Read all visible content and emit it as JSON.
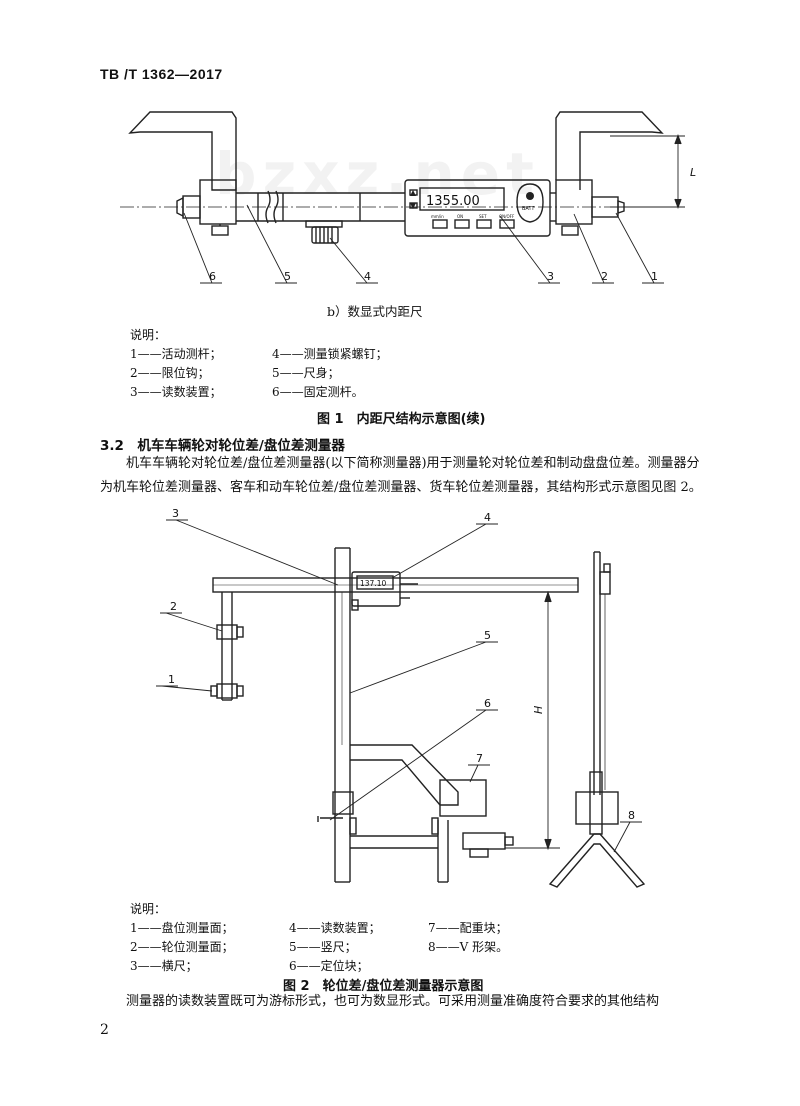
{
  "header": {
    "standard": "TB /T 1362—2017"
  },
  "watermark": "bzxz.net",
  "figure1": {
    "subcaption": "b）数显式内距尺",
    "display_value": "1355.00",
    "button_labels": [
      "mm/in",
      "ON",
      "SET",
      "ON/OFF"
    ],
    "batt_label": "BATT",
    "dim_label": "L",
    "callouts": [
      "6",
      "5",
      "4",
      "3",
      "2",
      "1"
    ],
    "legend_title": "说明：",
    "legend": [
      "1——活动测杆；",
      "4——测量锁紧螺钉；",
      "2——限位钩；",
      "5——尺身；",
      "3——读数装置；",
      "6——固定测杆。"
    ],
    "caption": "图 1　内距尺结构示意图(续)"
  },
  "section": {
    "heading": "3.2　机车车辆轮对轮位差/盘位差测量器",
    "paragraph": "机车车辆轮对轮位差/盘位差测量器(以下简称测量器)用于测量轮对轮位差和制动盘盘位差。测量器分为机车轮位差测量器、客车和动车轮位差/盘位差测量器、货车轮位差测量器，其结构形式示意图见图 2。"
  },
  "figure2": {
    "display_value": "137.10",
    "dim_label": "H",
    "callouts": [
      "3",
      "4",
      "2",
      "1",
      "5",
      "6",
      "7",
      "8"
    ],
    "legend_title": "说明：",
    "legend": [
      "1——盘位测量面；",
      "4——读数装置；",
      "7——配重块；",
      "2——轮位测量面；",
      "5——竖尺；",
      "8——V 形架。",
      "3——横尺；",
      "6——定位块；"
    ],
    "caption": "图 2　轮位差/盘位差测量器示意图"
  },
  "closing_paragraph": "测量器的读数装置既可为游标形式，也可为数显形式。可采用测量准确度符合要求的其他结构",
  "page_number": "2"
}
